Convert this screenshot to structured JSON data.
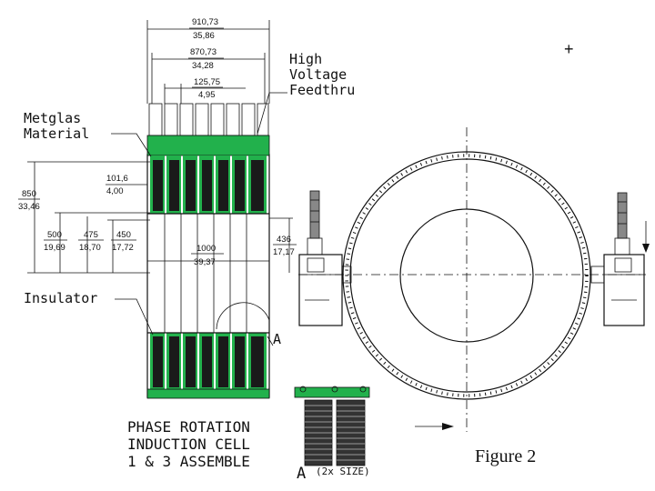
{
  "labels": {
    "hv_line1": "High",
    "hv_line2": "Voltage",
    "hv_line3": "Feedthru",
    "metglas_line1": "Metglas",
    "metglas_line2": "Material",
    "insulator": "Insulator",
    "detail_mark": "A",
    "detail_letter": "A",
    "detail_scale": "(2x SIZE)",
    "title_line1": "PHASE ROTATION",
    "title_line2": "INDUCTION CELL",
    "title_line3": "1 & 3 ASSEMBLE",
    "figure": "Figure 2",
    "plus": "+"
  },
  "dimensions": {
    "overall_mm": "910,73",
    "overall_in": "35,86",
    "inner_mm": "870,73",
    "inner_in": "34,28",
    "pitch_mm": "125,75",
    "pitch_in": "4,95",
    "core_mm": "101,6",
    "core_in": "4,00",
    "r850_mm": "850",
    "r850_in": "33,46",
    "r500_mm": "500",
    "r500_in": "19,69",
    "r475_mm": "475",
    "r475_in": "18,70",
    "r450_mm": "450",
    "r450_in": "17,72",
    "bore_mm": "1000",
    "bore_in": "39,37",
    "r436_mm": "436",
    "r436_in": "17,17"
  },
  "colors": {
    "line": "#111111",
    "metglas_green": "#22b14c",
    "core_dark": "#1a1a1a"
  }
}
